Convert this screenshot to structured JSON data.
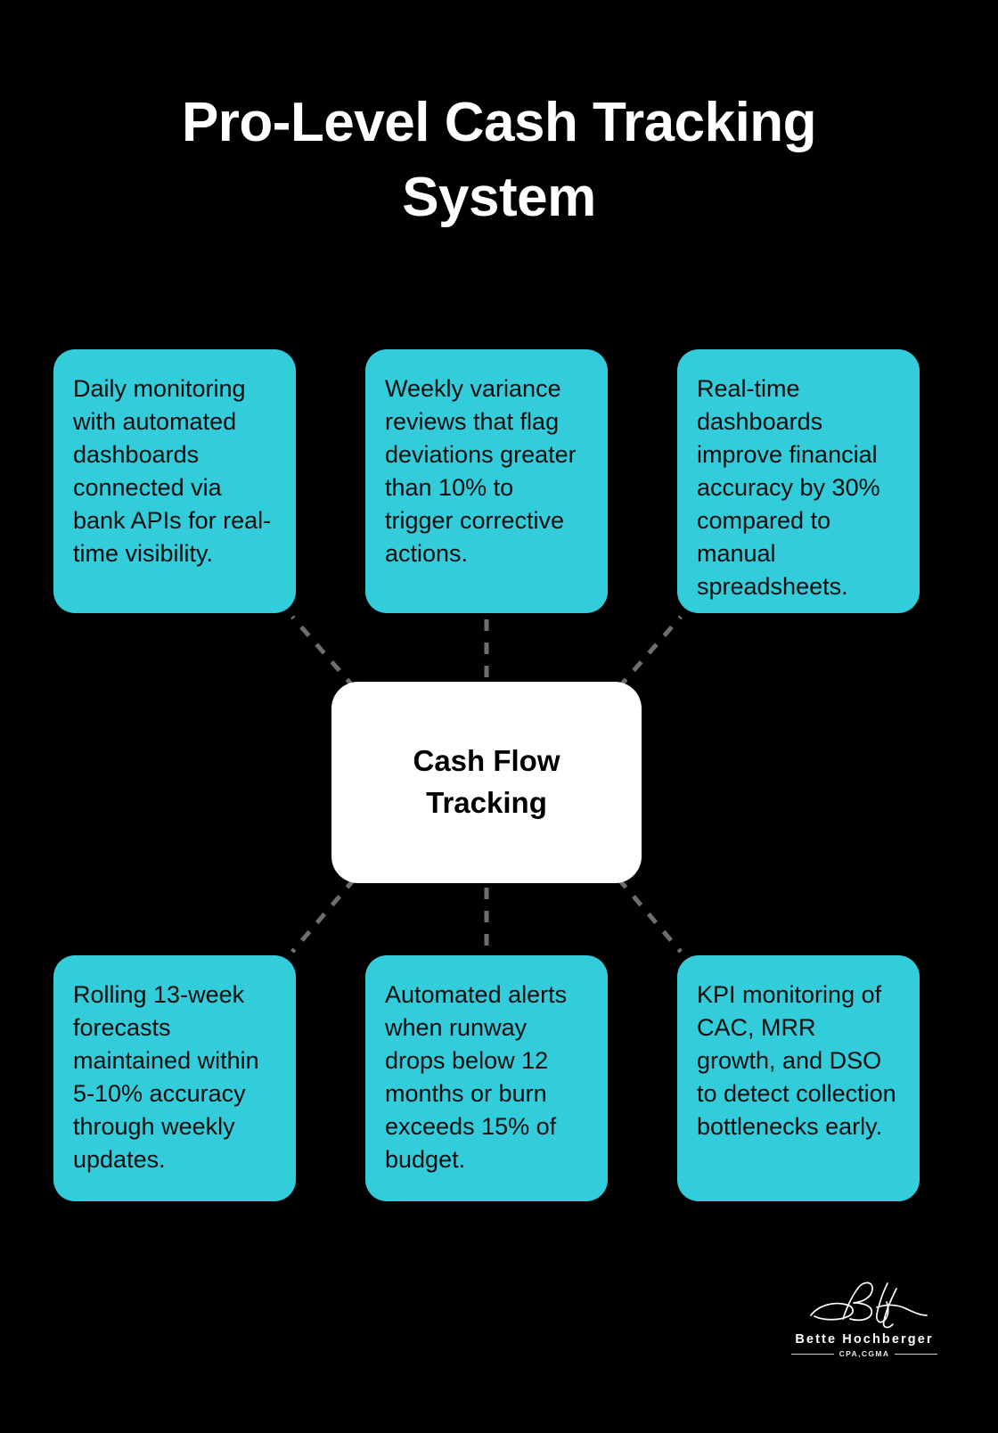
{
  "title": "Pro-Level Cash Tracking\nSystem",
  "colors": {
    "background": "#000000",
    "leaf_fill": "#33CCDA",
    "center_fill": "#FFFFFF",
    "title_text": "#FFFFFF",
    "leaf_text": "#0D0D0D",
    "connector": "#6E6E6E"
  },
  "center_node": {
    "label": "Cash Flow\nTracking"
  },
  "leaves": [
    {
      "id": "daily-monitoring",
      "text": "Daily monitoring with automated dashboards connected via bank APIs for real-time visibility."
    },
    {
      "id": "weekly-variance",
      "text": "Weekly variance reviews that flag deviations greater than 10% to trigger corrective actions."
    },
    {
      "id": "real-time-dashboards",
      "text": "Real-time dashboards improve financial accuracy by 30% compared to manual spreadsheets."
    },
    {
      "id": "rolling-forecasts",
      "text": "Rolling 13-week forecasts maintained within 5-10% accuracy through weekly updates."
    },
    {
      "id": "automated-alerts",
      "text": "Automated alerts when runway drops below 12 months or burn exceeds 15% of budget."
    },
    {
      "id": "kpi-monitoring",
      "text": "KPI monitoring of CAC, MRR growth, and DSO to detect collection bottlenecks early."
    }
  ],
  "brand": {
    "monogram": "BH",
    "name": "Bette Hochberger",
    "credential": "CPA,CGMA"
  }
}
